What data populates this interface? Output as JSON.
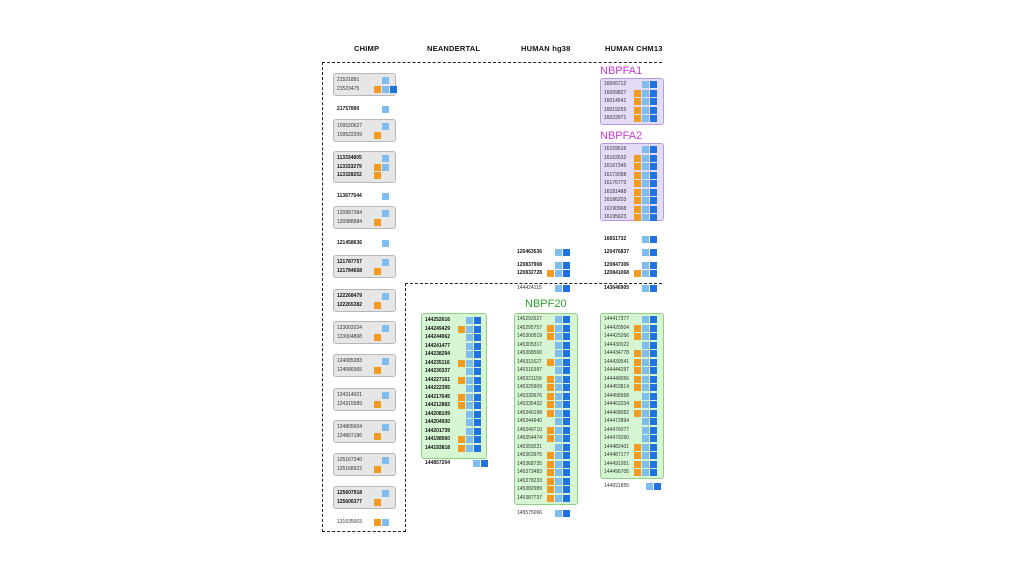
{
  "colors": {
    "orange": "#f39a1f",
    "light_blue": "#7fbdf0",
    "dark_blue": "#1f73e0",
    "gray_box": "#e6e6e6",
    "green_box": "#d6f5d2",
    "purple_box": "#e4dbf6",
    "nbpfa_label": "#c73ad6",
    "nbpf20_label": "#2aa52a"
  },
  "headers": {
    "chimp": "CHIMP",
    "neandertal": "NEANDERTAL",
    "human_hg38": "HUMAN hg38",
    "human_chm13": "HUMAN CHM13"
  },
  "group_labels": {
    "nbpfa1": "NBPFA1",
    "nbpfa2": "NBPFA2",
    "nbpf20": "NBPF20"
  },
  "chimp_groups": [
    {
      "boxed": true,
      "rows": [
        {
          "n": "21521891",
          "b": false,
          "o": false,
          "l": true,
          "d": false
        },
        {
          "n": "21523475",
          "b": false,
          "o": true,
          "l": true,
          "d": true
        }
      ]
    },
    {
      "boxed": false,
      "rows": [
        {
          "n": "21757890",
          "b": true,
          "o": false,
          "l": true,
          "d": false
        }
      ]
    },
    {
      "boxed": true,
      "rows": [
        {
          "n": "109520627",
          "b": false,
          "o": false,
          "l": true,
          "d": false
        },
        {
          "n": "109522209",
          "b": false,
          "o": true,
          "l": false,
          "d": false
        }
      ]
    },
    {
      "boxed": true,
      "rows": [
        {
          "n": "113334805",
          "b": true,
          "o": false,
          "l": true,
          "d": false
        },
        {
          "n": "113333279",
          "b": true,
          "o": true,
          "l": true,
          "d": false
        },
        {
          "n": "113328252",
          "b": true,
          "o": true,
          "l": false,
          "d": false
        }
      ]
    },
    {
      "boxed": false,
      "rows": [
        {
          "n": "113877544",
          "b": true,
          "o": false,
          "l": true,
          "d": false
        }
      ]
    },
    {
      "boxed": true,
      "rows": [
        {
          "n": "120987384",
          "b": false,
          "o": false,
          "l": true,
          "d": false
        },
        {
          "n": "120988984",
          "b": false,
          "o": true,
          "l": false,
          "d": false
        }
      ]
    },
    {
      "boxed": false,
      "rows": [
        {
          "n": "121458636",
          "b": true,
          "o": false,
          "l": true,
          "d": false
        }
      ]
    },
    {
      "boxed": true,
      "rows": [
        {
          "n": "121787757",
          "b": true,
          "o": false,
          "l": true,
          "d": false
        },
        {
          "n": "121784658",
          "b": true,
          "o": true,
          "l": false,
          "d": false
        }
      ]
    },
    {
      "boxed": true,
      "rows": [
        {
          "n": "122268479",
          "b": true,
          "o": false,
          "l": true,
          "d": false
        },
        {
          "n": "122265382",
          "b": true,
          "o": true,
          "l": false,
          "d": false
        }
      ]
    },
    {
      "boxed": true,
      "rows": [
        {
          "n": "123003224",
          "b": false,
          "o": false,
          "l": true,
          "d": false
        },
        {
          "n": "123004808",
          "b": false,
          "o": true,
          "l": false,
          "d": false
        }
      ]
    },
    {
      "boxed": true,
      "rows": [
        {
          "n": "124085383",
          "b": false,
          "o": false,
          "l": true,
          "d": false
        },
        {
          "n": "124086965",
          "b": false,
          "o": true,
          "l": false,
          "d": false
        }
      ]
    },
    {
      "boxed": true,
      "rows": [
        {
          "n": "124314021",
          "b": false,
          "o": false,
          "l": true,
          "d": false
        },
        {
          "n": "124315589",
          "b": false,
          "o": true,
          "l": false,
          "d": false
        }
      ]
    },
    {
      "boxed": true,
      "rows": [
        {
          "n": "124805604",
          "b": false,
          "o": false,
          "l": true,
          "d": false
        },
        {
          "n": "124807186",
          "b": false,
          "o": true,
          "l": false,
          "d": false
        }
      ]
    },
    {
      "boxed": true,
      "rows": [
        {
          "n": "125167340",
          "b": false,
          "o": false,
          "l": true,
          "d": false
        },
        {
          "n": "125168922",
          "b": false,
          "o": true,
          "l": false,
          "d": false
        }
      ]
    },
    {
      "boxed": true,
      "rows": [
        {
          "n": "125607918",
          "b": true,
          "o": false,
          "l": true,
          "d": false
        },
        {
          "n": "125606377",
          "b": true,
          "o": true,
          "l": false,
          "d": false
        }
      ]
    },
    {
      "boxed": false,
      "rows": [
        {
          "n": "131635003",
          "b": false,
          "o": true,
          "l": true,
          "d": false
        }
      ]
    }
  ],
  "neandertal_group": [
    {
      "n": "144252616",
      "b": true,
      "o": false,
      "l": true,
      "d": true
    },
    {
      "n": "144249429",
      "b": true,
      "o": true,
      "l": true,
      "d": true
    },
    {
      "n": "144244062",
      "b": true,
      "o": false,
      "l": true,
      "d": true
    },
    {
      "n": "144241477",
      "b": true,
      "o": false,
      "l": true,
      "d": true
    },
    {
      "n": "144238294",
      "b": true,
      "o": false,
      "l": true,
      "d": true
    },
    {
      "n": "144235116",
      "b": true,
      "o": true,
      "l": true,
      "d": true
    },
    {
      "n": "144230337",
      "b": true,
      "o": false,
      "l": true,
      "d": true
    },
    {
      "n": "144227161",
      "b": true,
      "o": true,
      "l": true,
      "d": true
    },
    {
      "n": "144222395",
      "b": true,
      "o": false,
      "l": true,
      "d": true
    },
    {
      "n": "144217645",
      "b": true,
      "o": true,
      "l": true,
      "d": true
    },
    {
      "n": "144212882",
      "b": true,
      "o": true,
      "l": true,
      "d": true
    },
    {
      "n": "144208109",
      "b": true,
      "o": false,
      "l": true,
      "d": true
    },
    {
      "n": "144204930",
      "b": true,
      "o": false,
      "l": true,
      "d": true
    },
    {
      "n": "144201739",
      "b": true,
      "o": false,
      "l": true,
      "d": true
    },
    {
      "n": "144198560",
      "b": true,
      "o": true,
      "l": true,
      "d": true
    },
    {
      "n": "144193818",
      "b": true,
      "o": true,
      "l": true,
      "d": true
    }
  ],
  "neandertal_after": [
    {
      "n": "144857204",
      "b": true,
      "o": false,
      "l": true,
      "d": true
    }
  ],
  "hg38_top": [
    {
      "n": "120463536",
      "b": true,
      "o": false,
      "l": true,
      "d": true
    },
    {
      "n": "120837908",
      "b": true,
      "o": false,
      "l": true,
      "d": true
    },
    {
      "n": "120832728",
      "b": true,
      "o": true,
      "l": true,
      "d": true
    },
    {
      "n": "144424115",
      "b": false,
      "o": false,
      "l": true,
      "d": true
    }
  ],
  "hg38_group": [
    {
      "n": "145292627",
      "o": false,
      "l": true,
      "d": true
    },
    {
      "n": "145295757",
      "o": true,
      "l": true,
      "d": true
    },
    {
      "n": "145300519",
      "o": true,
      "l": true,
      "d": true
    },
    {
      "n": "145305317",
      "o": false,
      "l": true,
      "d": true
    },
    {
      "n": "145308500",
      "o": false,
      "l": true,
      "d": true
    },
    {
      "n": "145311627",
      "o": true,
      "l": true,
      "d": true
    },
    {
      "n": "145316397",
      "o": false,
      "l": true,
      "d": true
    },
    {
      "n": "145321159",
      "o": true,
      "l": true,
      "d": true
    },
    {
      "n": "145325909",
      "o": true,
      "l": true,
      "d": true
    },
    {
      "n": "145330676",
      "o": true,
      "l": true,
      "d": true
    },
    {
      "n": "145335432",
      "o": true,
      "l": true,
      "d": true
    },
    {
      "n": "145340198",
      "o": true,
      "l": true,
      "d": true
    },
    {
      "n": "145344940",
      "o": false,
      "l": true,
      "d": true
    },
    {
      "n": "145349710",
      "o": true,
      "l": true,
      "d": true
    },
    {
      "n": "145354474",
      "o": true,
      "l": true,
      "d": true
    },
    {
      "n": "145359221",
      "o": false,
      "l": true,
      "d": true
    },
    {
      "n": "145363975",
      "o": true,
      "l": true,
      "d": true
    },
    {
      "n": "145368735",
      "o": true,
      "l": true,
      "d": true
    },
    {
      "n": "145373483",
      "o": true,
      "l": true,
      "d": true
    },
    {
      "n": "145378233",
      "o": true,
      "l": true,
      "d": true
    },
    {
      "n": "145382989",
      "o": true,
      "l": true,
      "d": true
    },
    {
      "n": "145387737",
      "o": true,
      "l": true,
      "d": true
    }
  ],
  "hg38_after": [
    {
      "n": "145575066",
      "b": false,
      "o": false,
      "l": true,
      "d": true
    }
  ],
  "chm13_nbpfa1": [
    {
      "n": "16006712",
      "o": false,
      "l": true,
      "d": true
    },
    {
      "n": "16009827",
      "o": true,
      "l": true,
      "d": true
    },
    {
      "n": "16014541",
      "o": true,
      "l": true,
      "d": true
    },
    {
      "n": "16019255",
      "o": true,
      "l": true,
      "d": true
    },
    {
      "n": "16023971",
      "o": true,
      "l": true,
      "d": true
    }
  ],
  "chm13_nbpfa2": [
    {
      "n": "16159516",
      "o": false,
      "l": true,
      "d": true
    },
    {
      "n": "16162632",
      "o": true,
      "l": true,
      "d": true
    },
    {
      "n": "16167345",
      "o": true,
      "l": true,
      "d": true
    },
    {
      "n": "16172058",
      "o": true,
      "l": true,
      "d": true
    },
    {
      "n": "16176773",
      "o": true,
      "l": true,
      "d": true
    },
    {
      "n": "16181488",
      "o": true,
      "l": true,
      "d": true
    },
    {
      "n": "16186203",
      "o": true,
      "l": true,
      "d": true
    },
    {
      "n": "16190908",
      "o": true,
      "l": true,
      "d": true
    },
    {
      "n": "16195623",
      "o": true,
      "l": true,
      "d": true
    }
  ],
  "chm13_mid": [
    {
      "n": "16651732",
      "b": true,
      "o": false,
      "l": true,
      "d": true
    },
    {
      "n": "120476837",
      "b": true,
      "o": false,
      "l": true,
      "d": true
    },
    {
      "n": "120847306",
      "b": true,
      "o": false,
      "l": true,
      "d": true
    },
    {
      "n": "120841068",
      "b": true,
      "o": true,
      "l": true,
      "d": true
    },
    {
      "n": "143646905",
      "b": true,
      "o": false,
      "l": true,
      "d": true
    }
  ],
  "chm13_group": [
    {
      "n": "144417377",
      "o": false,
      "l": true,
      "d": true
    },
    {
      "n": "144420504",
      "o": true,
      "l": true,
      "d": true
    },
    {
      "n": "144425266",
      "o": true,
      "l": true,
      "d": true
    },
    {
      "n": "144430022",
      "o": false,
      "l": true,
      "d": true
    },
    {
      "n": "144434778",
      "o": true,
      "l": true,
      "d": true
    },
    {
      "n": "144439541",
      "o": true,
      "l": true,
      "d": true
    },
    {
      "n": "144444297",
      "o": true,
      "l": true,
      "d": true
    },
    {
      "n": "144449056",
      "o": true,
      "l": true,
      "d": true
    },
    {
      "n": "144453814",
      "o": true,
      "l": true,
      "d": true
    },
    {
      "n": "144458568",
      "o": false,
      "l": true,
      "d": true
    },
    {
      "n": "144463334",
      "o": true,
      "l": true,
      "d": true
    },
    {
      "n": "144468082",
      "o": true,
      "l": true,
      "d": true
    },
    {
      "n": "144472894",
      "o": false,
      "l": true,
      "d": true
    },
    {
      "n": "144476077",
      "o": false,
      "l": true,
      "d": true
    },
    {
      "n": "144479260",
      "o": false,
      "l": true,
      "d": true
    },
    {
      "n": "144482401",
      "o": true,
      "l": true,
      "d": true
    },
    {
      "n": "144487177",
      "o": true,
      "l": true,
      "d": true
    },
    {
      "n": "144491951",
      "o": true,
      "l": true,
      "d": true
    },
    {
      "n": "144496705",
      "o": true,
      "l": true,
      "d": true
    }
  ],
  "chm13_after": [
    {
      "n": "144691855",
      "b": false,
      "o": false,
      "l": true,
      "d": true
    }
  ]
}
